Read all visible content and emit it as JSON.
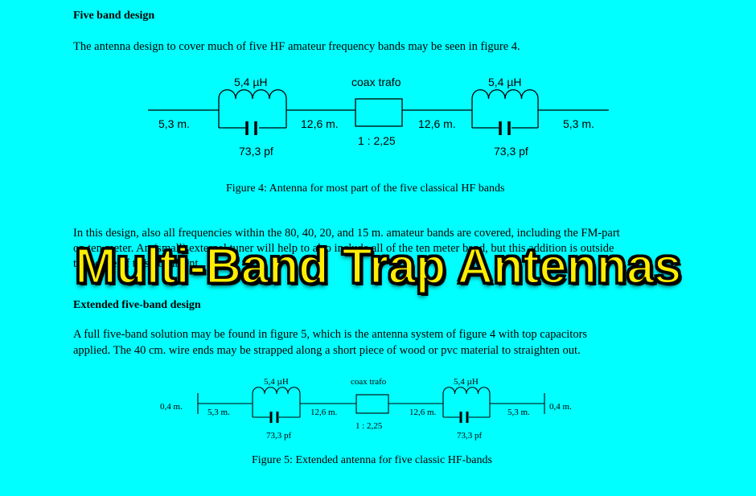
{
  "section1": {
    "heading": "Five band design",
    "intro": "The antenna design to cover much of five HF amateur frequency bands may be seen in figure 4."
  },
  "figure4": {
    "left_wire": "5,3 m.",
    "left_inductor": "5,4 µH",
    "left_capacitor": "73,3 pf",
    "mid_left_wire": "12,6 m.",
    "coax_label": "coax trafo",
    "coax_ratio": "1 : 2,25",
    "mid_right_wire": "12,6 m.",
    "right_inductor": "5,4 µH",
    "right_capacitor": "73,3 pf",
    "right_wire": "5,3 m.",
    "caption": "Figure 4: Antenna for most part of the five classical HF bands"
  },
  "section1_body": {
    "line1": "In this design, also all frequencies within the 80, 40, 20, and 15 m. amateur bands are covered, including the FM-part",
    "line2": "on ten meter. An (small) external tuner will help to also include all of the ten meter band, but this addition is outside",
    "line3": "the scope of this document."
  },
  "section2": {
    "heading": "Extended five-band design",
    "line1": "A full five-band solution may be found in figure 5, which is the antenna system of figure 4 with top capacitors",
    "line2": "applied. The 40 cm. wire ends may be strapped along a short piece of wood or pvc material to straighten out."
  },
  "figure5": {
    "left_end": "0,4 m.",
    "left_wire": "5,3 m.",
    "left_inductor": "5,4 µH",
    "left_capacitor": "73,3 pf",
    "mid_left_wire": "12,6 m.",
    "coax_label": "coax trafo",
    "coax_ratio": "1 : 2,25",
    "mid_right_wire": "12,6 m.",
    "right_inductor": "5,4 µH",
    "right_capacitor": "73,3 pf",
    "right_wire": "5,3 m.",
    "right_end": "0,4 m.",
    "caption": "Figure 5: Extended antenna for five classic HF-bands"
  },
  "overlay": {
    "title": "Multi-Band Trap Antennas"
  },
  "colors": {
    "background": "#00ffff",
    "overlay_text": "#ffee00",
    "overlay_outline": "#000000"
  }
}
